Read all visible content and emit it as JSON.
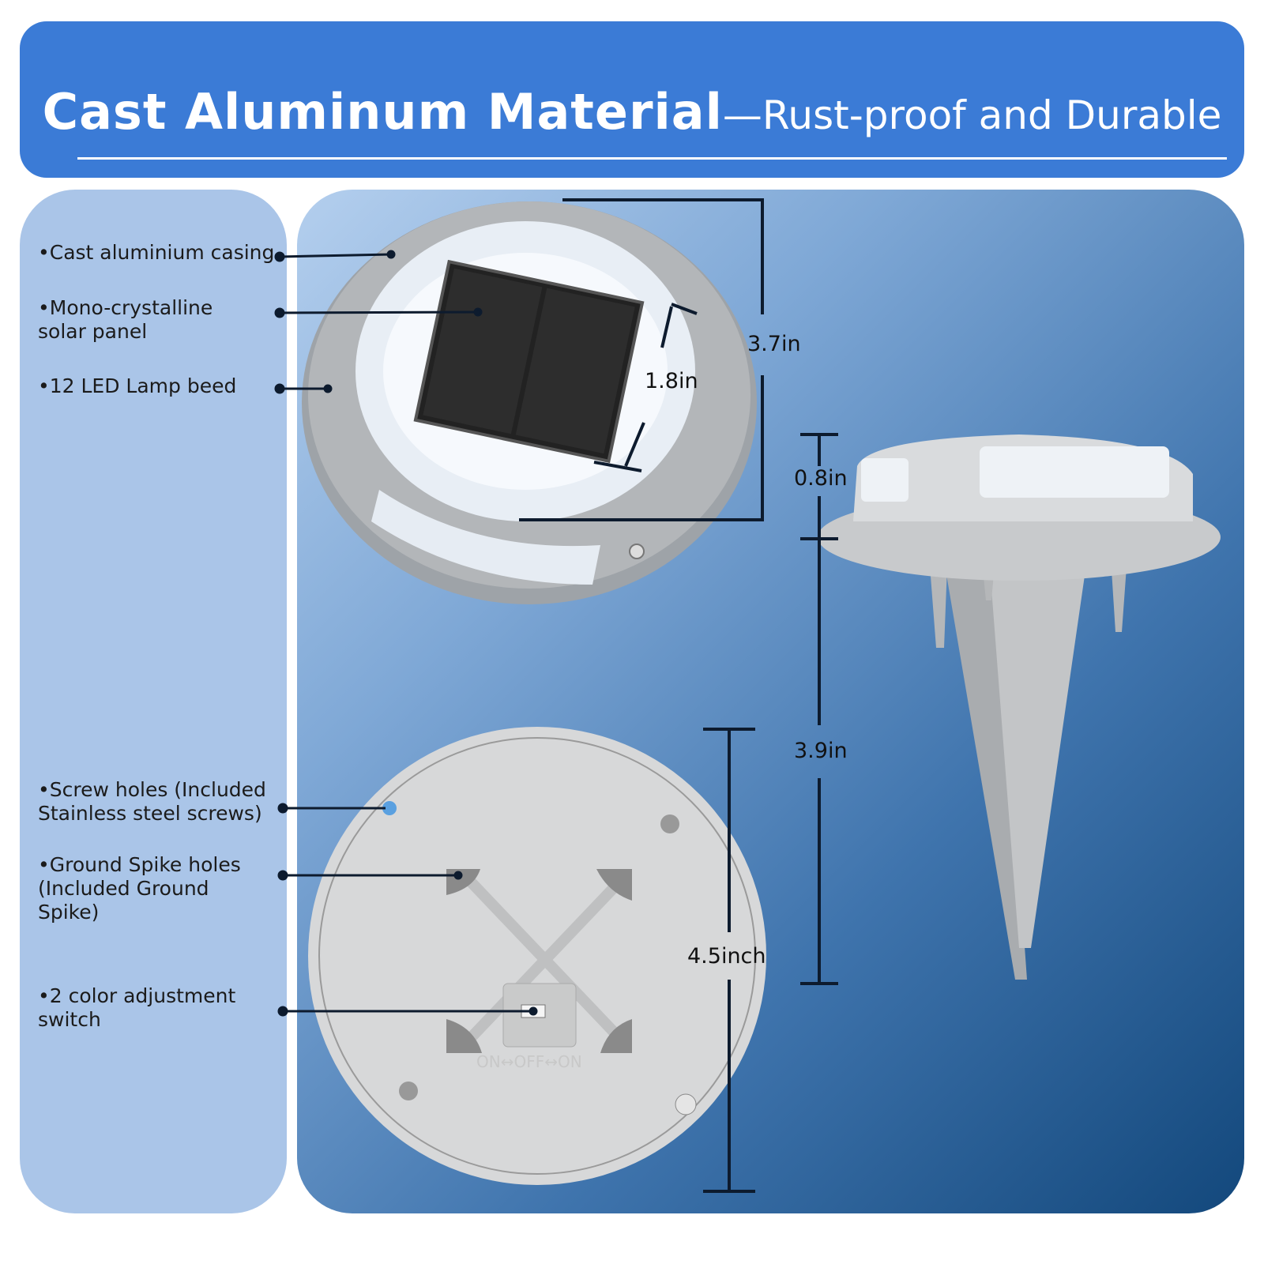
{
  "header": {
    "title_bold": "Cast Aluminum Material",
    "title_rest": "—Rust-proof and Durable"
  },
  "labels": [
    "•Cast aluminium casing",
    "•Mono-crystalline solar panel",
    "•12 LED Lamp beed",
    "•Screw holes (Included Stainless steel screws)",
    "•Ground Spike holes (Included Ground Spike)",
    "•2 color adjustment switch"
  ],
  "dimensions": {
    "diameter_top": "3.7in",
    "solar_panel": "1.8in",
    "height_top": "0.8in",
    "spike_length": "3.9in",
    "diameter_bottom": "4.5inch"
  },
  "switch_marking": "ON↔OFF↔ON",
  "colors": {
    "header": "#3b7bd6",
    "left_panel": "#aac5e8",
    "dim_line": "#0d1b2e"
  }
}
